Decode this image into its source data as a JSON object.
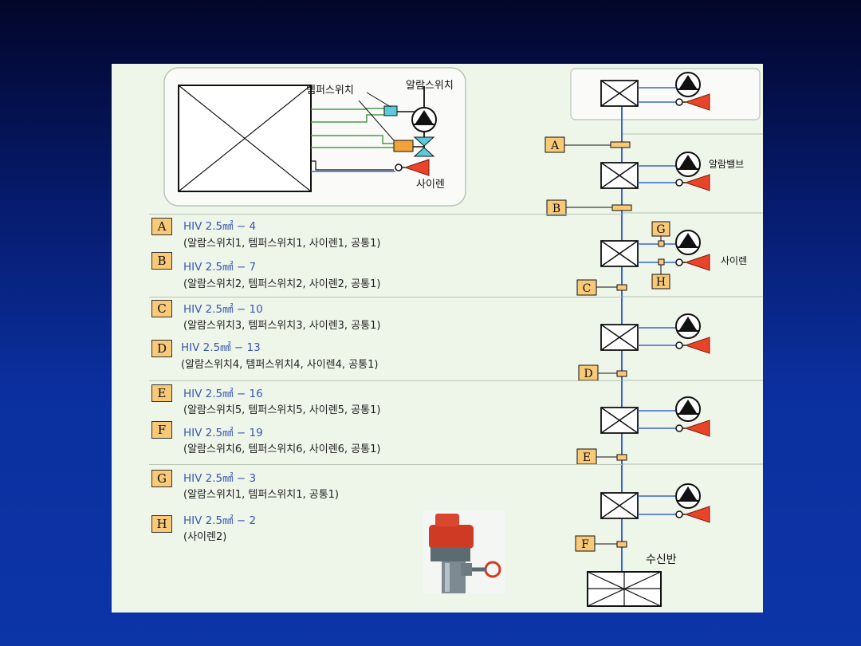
{
  "detail": {
    "tamper_switch_label": "템퍼스위치",
    "alarm_switch_label": "알람스위치",
    "siren_label": "사이렌"
  },
  "riser": {
    "alarm_valve_label": "알람밸브",
    "siren_label": "사이렌",
    "receiver_label": "수신반",
    "tags": [
      "A",
      "B",
      "C",
      "D",
      "E",
      "F",
      "G",
      "H"
    ]
  },
  "legend": [
    {
      "key": "A",
      "spec": "HIV 2.5㎟ − 4",
      "desc": "(알람스위치1, 템퍼스위치1, 사이렌1, 공통1)"
    },
    {
      "key": "B",
      "spec": "HIV 2.5㎟ − 7",
      "desc": "(알람스위치2, 템퍼스위치2, 사이렌2, 공통1)"
    },
    {
      "key": "C",
      "spec": "HIV 2.5㎟ − 10",
      "desc": "(알람스위치3, 템퍼스위치3, 사이렌3, 공통1)"
    },
    {
      "key": "D",
      "spec": "HIV 2.5㎟ − 13",
      "desc": "(알람스위치4, 템퍼스위치4, 사이렌4, 공통1)"
    },
    {
      "key": "E",
      "spec": "HIV 2.5㎟ − 16",
      "desc": "(알람스위치5, 템퍼스위치5, 사이렌5, 공통1)"
    },
    {
      "key": "F",
      "spec": "HIV 2.5㎟ − 19",
      "desc": "(알람스위치6, 템퍼스위치6, 사이렌6, 공통1)"
    },
    {
      "key": "G",
      "spec": "HIV 2.5㎟ − 3",
      "desc": "(알람스위치1, 템퍼스위치1, 공통1)"
    },
    {
      "key": "H",
      "spec": "HIV 2.5㎟ − 2",
      "desc": "(사이렌2)"
    }
  ],
  "colors": {
    "tag_fill": "#f8c977",
    "wire_blue": "#3c64c8",
    "wire_green": "#4a9a4a",
    "siren_red": "#e8442a",
    "switch_cyan": "#5ccbd9",
    "switch_orange": "#f0a338",
    "spec_text": "#3a57b4"
  }
}
